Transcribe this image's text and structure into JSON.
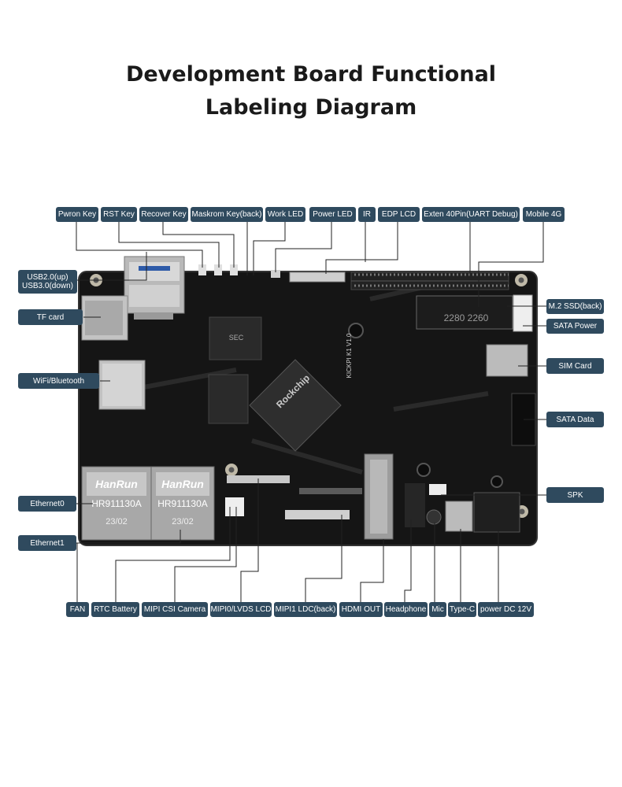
{
  "title_line1": "Development Board Functional",
  "title_line2": "Labeling Diagram",
  "labels": {
    "pwron_key": "Pwron Key",
    "rst_key": "RST Key",
    "recover_key": "Recover Key",
    "maskrom_key": "Maskrom Key(back)",
    "work_led": "Work LED",
    "power_led": "Power LED",
    "ir": "IR",
    "edp_lcd": "EDP LCD",
    "exten_40pin": "Exten 40Pin(UART Debug)",
    "mobile_4g": "Mobile 4G",
    "usb_line1": "USB2.0(up)",
    "usb_line2": "USB3.0(down)",
    "tf_card": "TF card",
    "wifi_bt": "WiFi/Bluetooth",
    "ethernet0": "Ethernet0",
    "ethernet1": "Ethernet1",
    "m2_ssd": "M.2 SSD(back)",
    "sata_power": "SATA Power",
    "sim_card": "SIM Card",
    "sata_data": "SATA Data",
    "spk": "SPK",
    "fan": "FAN",
    "rtc_battery": "RTC Battery",
    "mipi_csi": "MIPI CSI Camera",
    "mipi0_lvds": "MIPI0/LVDS LCD",
    "mipi1_ldc": "MIPI1 LDC(back)",
    "hdmi_out": "HDMI OUT",
    "headphone": "Headphone",
    "mic": "Mic",
    "type_c": "Type-C",
    "power_dc": "power DC 12V"
  },
  "board_markings": {
    "soc_brand": "Rockchip",
    "board_name": "KICKPI K1 V1.0",
    "eth_brand_1": "HanRun",
    "eth_model_1": "HR911130A",
    "eth_date_1": "23/02",
    "eth_brand_2": "HanRun",
    "eth_model_2": "HR911130A",
    "eth_date_2": "23/02",
    "m2_text": "2280 2260",
    "ram_brand": "SEC"
  },
  "colors": {
    "label_bg": "#2f4a5e",
    "board": "#151515",
    "line": "#222222"
  }
}
